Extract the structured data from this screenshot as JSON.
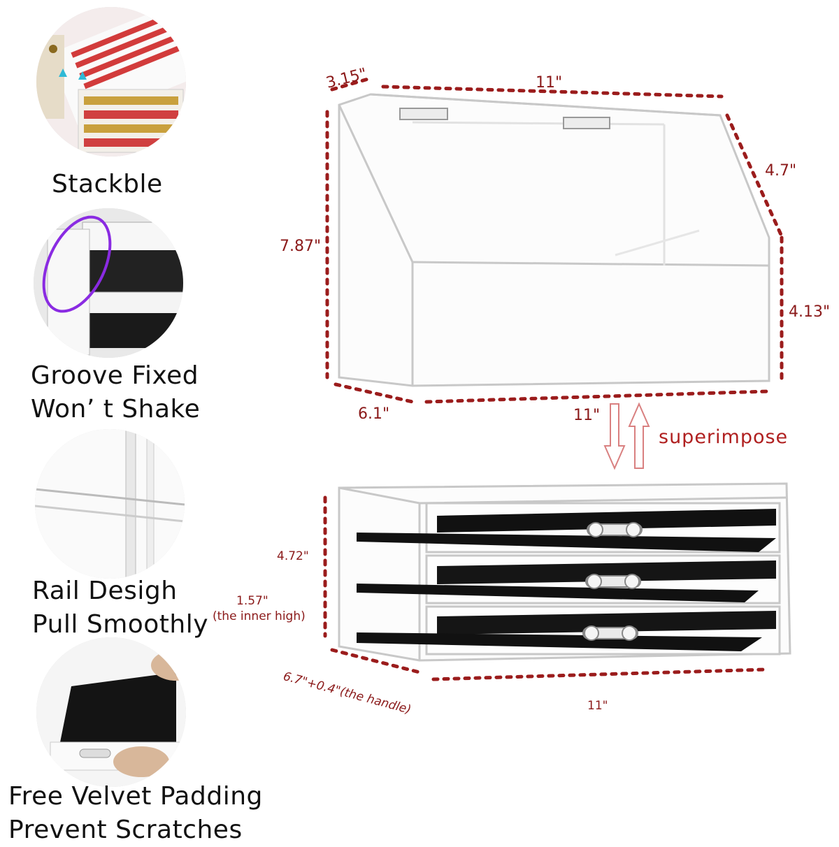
{
  "features": [
    {
      "key": "stackable",
      "lines": [
        "Stackble"
      ]
    },
    {
      "key": "groove",
      "lines": [
        "Groove Fixed",
        "Won’ t Shake"
      ]
    },
    {
      "key": "rail",
      "lines": [
        "Rail Desigh",
        "Pull Smoothly"
      ]
    },
    {
      "key": "velvet",
      "lines": [
        "Free Velvet Padding",
        "Prevent Scratches"
      ]
    }
  ],
  "dimensions": {
    "top_depth": "3.15\"",
    "top_width": "11\"",
    "top_slope": "4.7\"",
    "top_height": "7.87\"",
    "top_front_height": "4.13\"",
    "top_bottom_depth": "6.1\"",
    "top_bottom_width": "11\"",
    "drawer_height": "4.72\"",
    "inner_height": "1.57\"",
    "inner_height_note": "(the inner high)",
    "drawer_depth": "6.7\"+0.4\"(the handle)",
    "drawer_width": "11\""
  },
  "superimpose_label": "superimpose",
  "colors": {
    "dimension_line": "#9b1c1c",
    "dimension_text": "#8b1a1a",
    "superimpose": "#b02020",
    "velvet": "#111111",
    "acrylic_edge": "#c8c8c8"
  }
}
